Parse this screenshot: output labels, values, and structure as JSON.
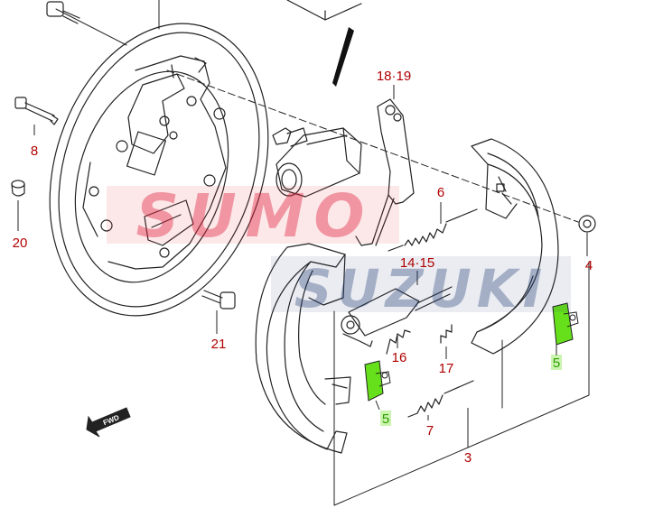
{
  "diagram": {
    "callouts": [
      {
        "id": "c8",
        "text": "8",
        "color": "#b00000"
      },
      {
        "id": "c20",
        "text": "20",
        "color": "#b00000"
      },
      {
        "id": "c21",
        "text": "21",
        "color": "#b00000"
      },
      {
        "id": "c1819",
        "text": "18·19",
        "color": "#b00000"
      },
      {
        "id": "c6",
        "text": "6",
        "color": "#b00000"
      },
      {
        "id": "c1415",
        "text": "14·15",
        "color": "#b00000"
      },
      {
        "id": "c4",
        "text": "4",
        "color": "#b00000"
      },
      {
        "id": "c16",
        "text": "16",
        "color": "#b00000"
      },
      {
        "id": "c17",
        "text": "17",
        "color": "#b00000"
      },
      {
        "id": "c7",
        "text": "7",
        "color": "#b00000"
      },
      {
        "id": "c3",
        "text": "3",
        "color": "#b00000"
      },
      {
        "id": "c5a",
        "text": "5",
        "color": "#2e9e00"
      },
      {
        "id": "c5b",
        "text": "5",
        "color": "#2e9e00"
      }
    ],
    "watermark": {
      "line1": "SUMO",
      "line2": "SUZUKI",
      "color1": "#e0233b",
      "color2": "#1f3a70"
    },
    "fwd_label": "FWD",
    "highlight_color": "#66e01a",
    "line_color": "#222222"
  }
}
